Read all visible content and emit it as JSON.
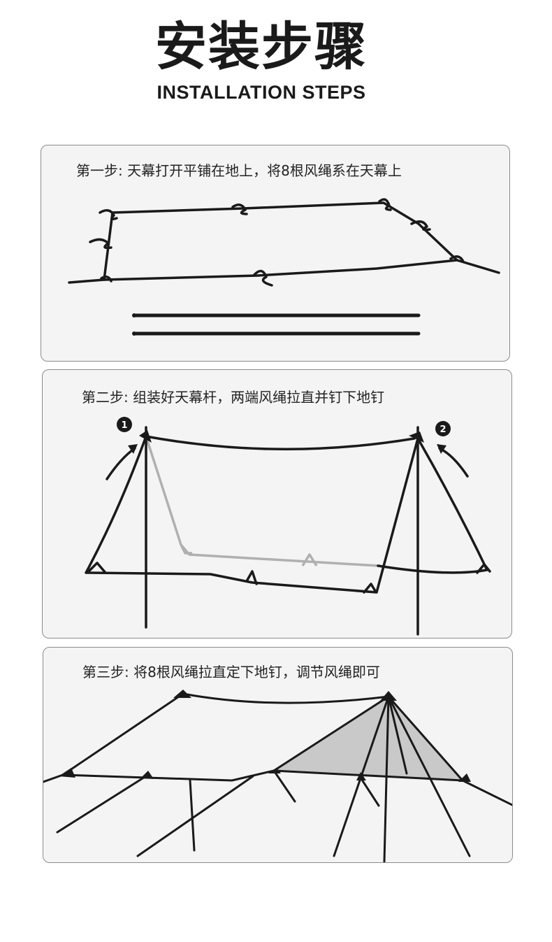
{
  "header": {
    "title": "安装步骤",
    "subtitle": "INSTALLATION STEPS"
  },
  "steps": [
    {
      "label": "第一步: 天幕打开平铺在地上，将8根风绳系在天幕上"
    },
    {
      "label": "第二步: 组装好天幕杆，两端风绳拉直并钉下地钉",
      "markers": [
        "1",
        "2"
      ]
    },
    {
      "label": "第三步: 将8根风绳拉直定下地钉，调节风绳即可"
    }
  ]
}
